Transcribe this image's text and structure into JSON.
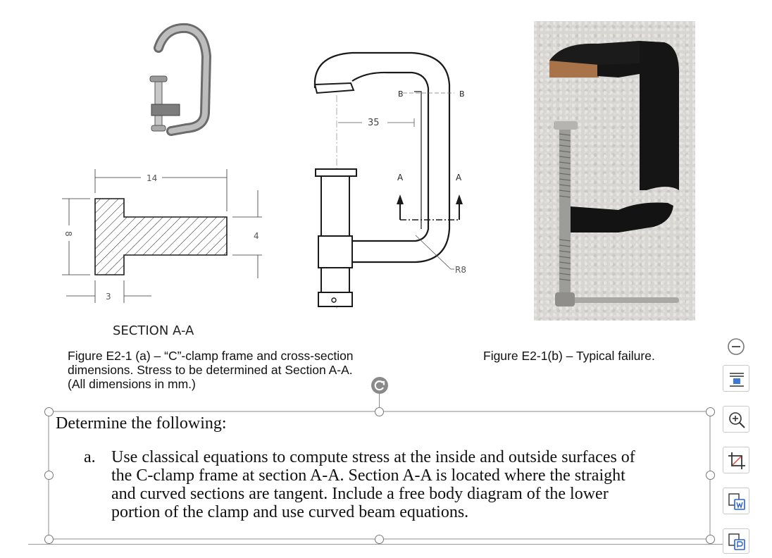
{
  "figures": {
    "section": {
      "title": "SECTION A-A",
      "dim_width": "14",
      "dim_height": "8",
      "dim_flange": "4",
      "dim_web": "3"
    },
    "drawing": {
      "dim_35": "35",
      "label_b": "B",
      "label_a": "A",
      "label_r8": "R8"
    },
    "caption_a_lines": [
      "Figure E2-1 (a) – “C”-clamp frame and cross-section",
      "dimensions.  Stress to be determined at Section A-A.",
      "(All dimensions in mm.)"
    ],
    "caption_b": "Figure E2-1(b) – Typical failure."
  },
  "text_box": {
    "heading": "Determine the following:",
    "item_marker": "a.",
    "item_lines": [
      "Use classical equations to compute stress at the inside and outside surfaces of",
      "the C-clamp frame at section A-A.  Section A-A is located where the straight",
      "and curved sections are tangent.  Include a free body diagram of the lower",
      "portion of the clamp and use curved beam equations."
    ]
  },
  "toolbar": {
    "icons": [
      "collapse-icon",
      "layout-options-icon",
      "zoom-in-icon",
      "crop-icon",
      "convert-to-word-icon",
      "picture-to-text-icon"
    ]
  },
  "colors": {
    "drawing_line": "#1a1a1a",
    "handle": "#777777",
    "clamp_black": "#151515"
  }
}
